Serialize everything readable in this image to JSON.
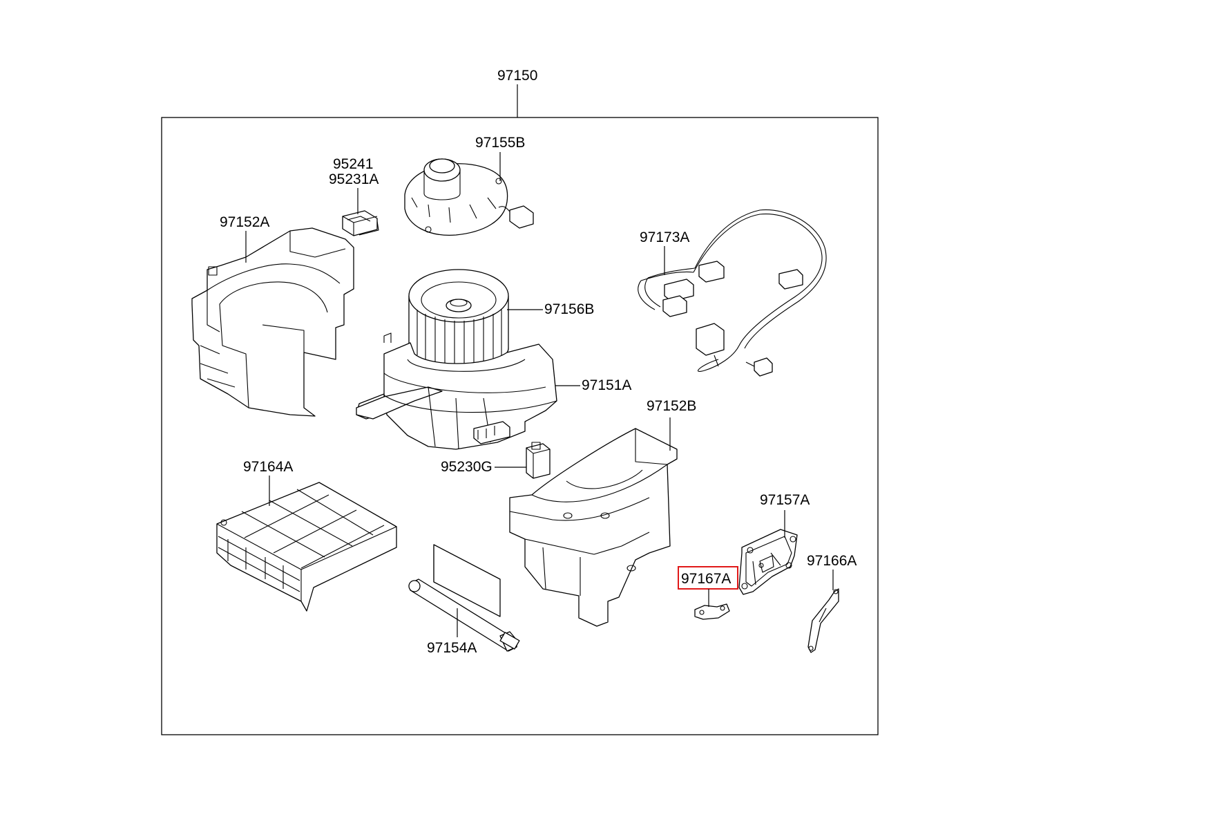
{
  "assembly": {
    "number": "97150"
  },
  "parts": {
    "p95241": "95241",
    "p95231A": "95231A",
    "p97155B": "97155B",
    "p97152A": "97152A",
    "p97173A": "97173A",
    "p97156B": "97156B",
    "p97151A": "97151A",
    "p97152B": "97152B",
    "p97164A": "97164A",
    "p95230G": "95230G",
    "p97157A": "97157A",
    "p97166A": "97166A",
    "p97167A": "97167A",
    "p97154A": "97154A"
  },
  "highlighted_part": "97167A",
  "highlight_color": "#e01818"
}
